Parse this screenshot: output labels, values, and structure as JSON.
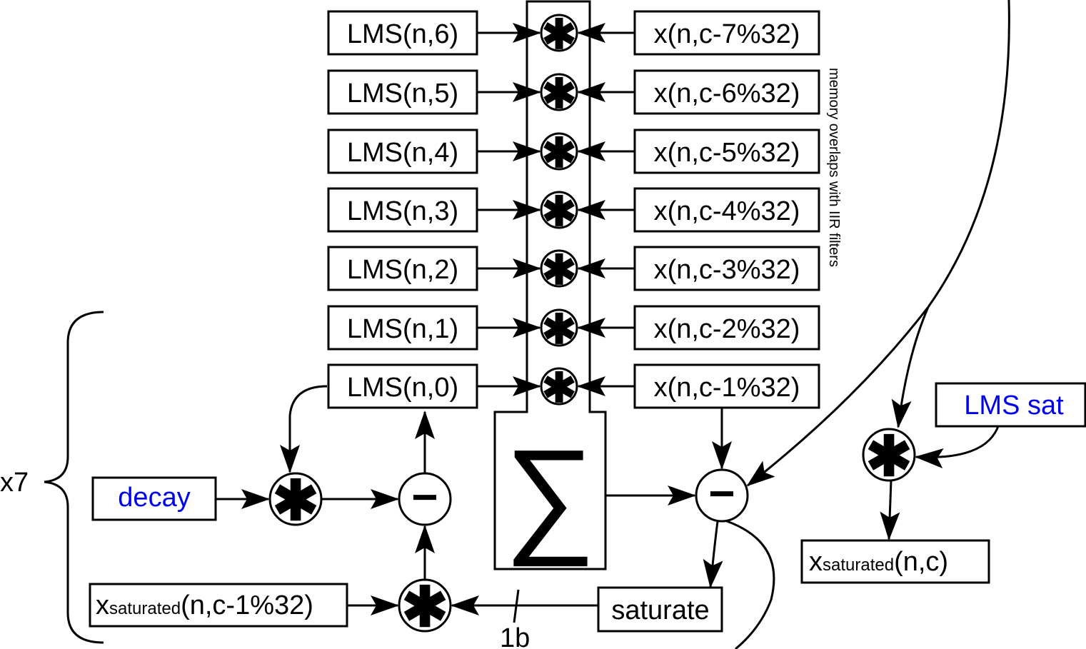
{
  "lms_taps": [
    "LMS(n,6)",
    "LMS(n,5)",
    "LMS(n,4)",
    "LMS(n,3)",
    "LMS(n,2)",
    "LMS(n,1)",
    "LMS(n,0)"
  ],
  "x_taps": [
    "x(n,c-7%32)",
    "x(n,c-6%32)",
    "x(n,c-5%32)",
    "x(n,c-4%32)",
    "x(n,c-3%32)",
    "x(n,c-2%32)",
    "x(n,c-1%32)"
  ],
  "memory_note": "memory overlaps with IIR filters",
  "multiply_symbol": "✱",
  "subtract_symbol": "−",
  "sum_symbol": "∑",
  "decay": "decay",
  "saturate": "saturate",
  "lms_sat": "LMS sat",
  "x_saturated_prev": {
    "base": "x",
    "sub": "saturated",
    "args": "(n,c-1%32)"
  },
  "x_saturated_out": {
    "base": "x",
    "sub": "saturated",
    "args": "(n,c)"
  },
  "repeat_count": "x7",
  "bus_width": "1b",
  "colors": {
    "blue_label": "#0000ee",
    "line": "#000000"
  }
}
